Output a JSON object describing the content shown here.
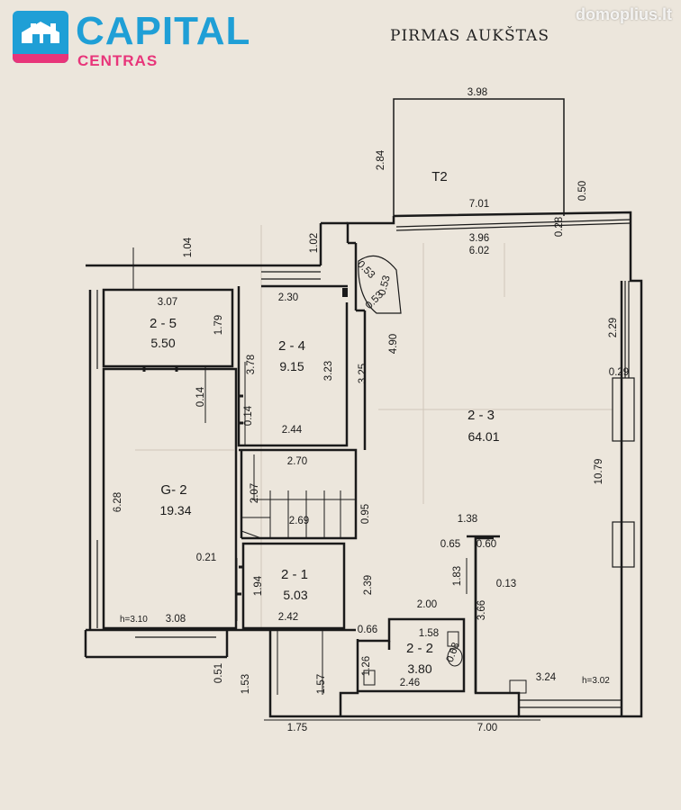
{
  "brand": {
    "name": "CAPITAL",
    "sub": "CENTRAS"
  },
  "watermark": "domoplius.lt",
  "title": "PIRMAS AUKŠTAS",
  "rooms": [
    {
      "id": "T2",
      "area": ""
    },
    {
      "id": "2 - 5",
      "area": "5.50"
    },
    {
      "id": "2 - 4",
      "area": "9.15"
    },
    {
      "id": "2 - 3",
      "area": "64.01"
    },
    {
      "id": "G- 2",
      "area": "19.34"
    },
    {
      "id": "2 - 1",
      "area": "5.03"
    },
    {
      "id": "2 - 2",
      "area": "3.80"
    }
  ],
  "dimensions": [
    "3.98",
    "2.84",
    "7.01",
    "0.50",
    "1.04",
    "1.02",
    "3.96",
    "6.02",
    "0.28",
    "3.07",
    "1.79",
    "2.30",
    "0.53",
    "0.53",
    "0.53",
    "3.78",
    "3.23",
    "4.90",
    "3.25",
    "2.29",
    "0.29",
    "0.14",
    "0.14",
    "2.44",
    "2.70",
    "10.79",
    "6.28",
    "2.07",
    "2.69",
    "0.95",
    "1.38",
    "0.65",
    "0.60",
    "0.21",
    "1.94",
    "2.39",
    "1.83",
    "0.13",
    "3.66",
    "2.00",
    "3.08",
    "2.42",
    "0.66",
    "1.58",
    "1.26",
    "0.68",
    "2.46",
    "3.24",
    "0.51",
    "1.53",
    "1.57",
    "1.75",
    "7.00"
  ],
  "heights": [
    "h=3.10",
    "h=3.02"
  ],
  "colors": {
    "brand_blue": "#1f9fd6",
    "brand_pink": "#e8357a",
    "paper": "#ece6dc",
    "ink": "#1a1a1a"
  }
}
